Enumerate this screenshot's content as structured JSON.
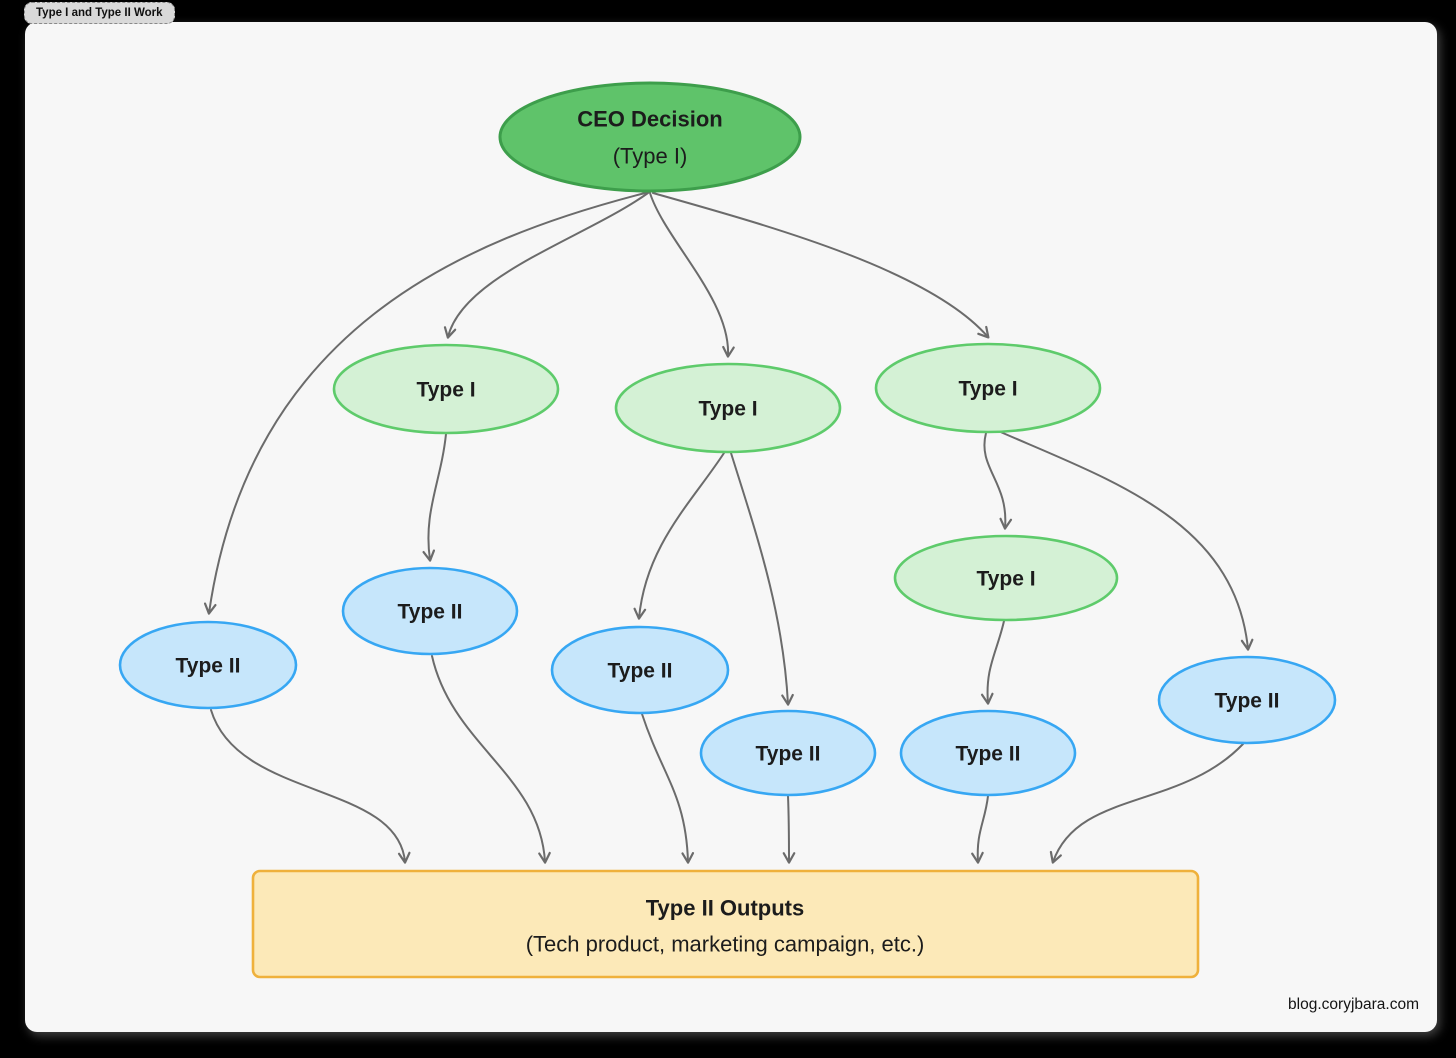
{
  "window": {
    "tab_label": "Type I and Type II Work",
    "credit": "blog.coryjbara.com"
  },
  "colors": {
    "background": "#000000",
    "canvas": "#f7f7f7",
    "root_fill": "#5fc36a",
    "root_stroke": "#3d9e4b",
    "type1_fill": "#d4f1d5",
    "type1_stroke": "#5ecb6b",
    "type2_fill": "#c6e6fb",
    "type2_stroke": "#37a7f3",
    "output_fill": "#fce9b8",
    "output_stroke": "#efb13c",
    "edge": "#6b6b6b",
    "text": "#1c1c1c"
  },
  "diagram": {
    "nodes": [
      {
        "id": "ceo",
        "type": "root",
        "label": "CEO Decision",
        "sublabel": "(Type I)"
      },
      {
        "id": "type1-1",
        "type": "type1",
        "label": "Type I"
      },
      {
        "id": "type1-2",
        "type": "type1",
        "label": "Type I"
      },
      {
        "id": "type1-3",
        "type": "type1",
        "label": "Type I"
      },
      {
        "id": "type1-4",
        "type": "type1",
        "label": "Type I"
      },
      {
        "id": "type2-1",
        "type": "type2",
        "label": "Type II"
      },
      {
        "id": "type2-2",
        "type": "type2",
        "label": "Type II"
      },
      {
        "id": "type2-3",
        "type": "type2",
        "label": "Type II"
      },
      {
        "id": "type2-4",
        "type": "type2",
        "label": "Type II"
      },
      {
        "id": "type2-5",
        "type": "type2",
        "label": "Type II"
      },
      {
        "id": "type2-6",
        "type": "type2",
        "label": "Type II"
      }
    ],
    "output": {
      "label": "Type II Outputs",
      "sublabel": "(Tech product, marketing campaign, etc.)"
    },
    "edges": [
      {
        "from": "ceo",
        "to": "type2-1"
      },
      {
        "from": "ceo",
        "to": "type1-1"
      },
      {
        "from": "ceo",
        "to": "type1-2"
      },
      {
        "from": "ceo",
        "to": "type1-3"
      },
      {
        "from": "type1-1",
        "to": "type2-2"
      },
      {
        "from": "type1-2",
        "to": "type2-3"
      },
      {
        "from": "type1-2",
        "to": "type2-4"
      },
      {
        "from": "type1-3",
        "to": "type1-4"
      },
      {
        "from": "type1-3",
        "to": "type2-6"
      },
      {
        "from": "type1-4",
        "to": "type2-5"
      },
      {
        "from": "type2-1",
        "to": "outputs"
      },
      {
        "from": "type2-2",
        "to": "outputs"
      },
      {
        "from": "type2-3",
        "to": "outputs"
      },
      {
        "from": "type2-4",
        "to": "outputs"
      },
      {
        "from": "type2-5",
        "to": "outputs"
      },
      {
        "from": "type2-6",
        "to": "outputs"
      }
    ]
  }
}
